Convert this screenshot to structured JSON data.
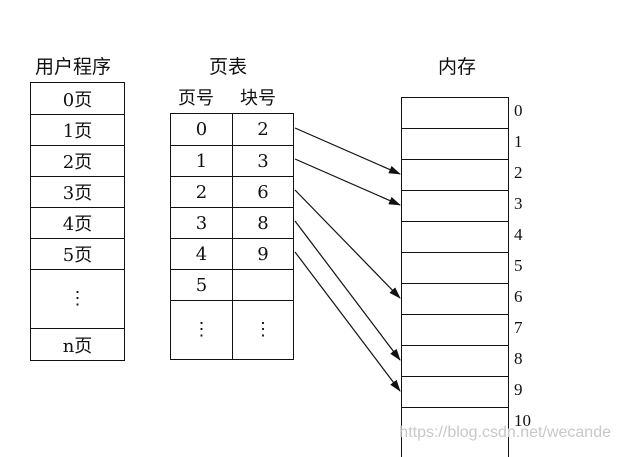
{
  "user_program": {
    "title": "用户程序",
    "pages": [
      "0页",
      "1页",
      "2页",
      "3页",
      "4页",
      "5页",
      "n页"
    ],
    "ellipsis": "⋮"
  },
  "page_table": {
    "title": "页表",
    "col_page": "页号",
    "col_block": "块号",
    "rows": [
      {
        "page": "0",
        "block": "2"
      },
      {
        "page": "1",
        "block": "3"
      },
      {
        "page": "2",
        "block": "6"
      },
      {
        "page": "3",
        "block": "8"
      },
      {
        "page": "4",
        "block": "9"
      },
      {
        "page": "5",
        "block": ""
      }
    ],
    "ellipsis": "⋮"
  },
  "memory": {
    "title": "内存",
    "blocks": [
      "0",
      "1",
      "2",
      "3",
      "4",
      "5",
      "6",
      "7",
      "8",
      "9",
      "10"
    ]
  },
  "mappings": [
    {
      "page_row": 0,
      "block": 2
    },
    {
      "page_row": 1,
      "block": 3
    },
    {
      "page_row": 2,
      "block": 6
    },
    {
      "page_row": 3,
      "block": 8
    },
    {
      "page_row": 4,
      "block": 9
    }
  ],
  "watermark": "https://blog.csdn.net/wecande"
}
